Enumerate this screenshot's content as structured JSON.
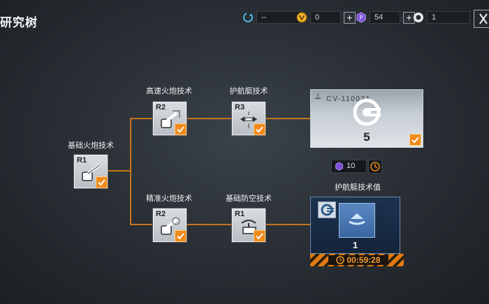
{
  "header": {
    "title": "研究树",
    "resources": [
      {
        "icon": "cycle-icon",
        "value": "--"
      },
      {
        "icon": "gold-coin-icon",
        "value": "0"
      },
      {
        "icon": "purple-token-icon",
        "value": "54"
      },
      {
        "icon": "white-token-icon",
        "value": "1"
      }
    ],
    "close_label": "X"
  },
  "nodes": {
    "base": {
      "label": "基础火炮技术",
      "rank": "R1"
    },
    "high_speed": {
      "label": "高速火炮技术",
      "rank": "R2"
    },
    "escort": {
      "label": "护航艇技术",
      "rank": "R3"
    },
    "precision": {
      "label": "精准火炮技术",
      "rank": "R2"
    },
    "air_defense": {
      "label": "基础防空技术",
      "rank": "R1"
    }
  },
  "reward_top": {
    "name": "CV-110031",
    "count": "5"
  },
  "cost": {
    "purple": "10"
  },
  "reward_bottom": {
    "title": "护航艇技术值",
    "count": "1",
    "timer": "00:59:28"
  },
  "colors": {
    "accent": "#f08a1a",
    "line": "#c8741e",
    "purple": "#9b6cf0"
  }
}
